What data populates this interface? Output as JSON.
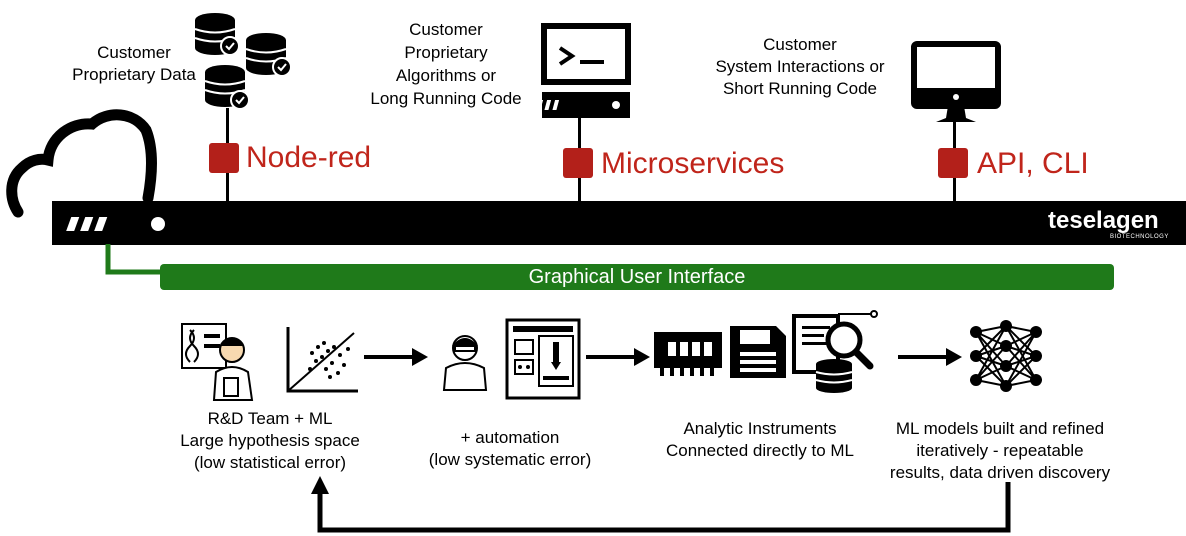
{
  "top_sources": {
    "data": {
      "lines": [
        "Customer",
        "Proprietary Data"
      ],
      "connector_label": "Node-red",
      "icon": "database-stack-icon"
    },
    "algorithms": {
      "lines": [
        "Customer",
        "Proprietary",
        "Algorithms or",
        "Long Running Code"
      ],
      "connector_label": "Microservices",
      "icon": "terminal-server-icon"
    },
    "interactions": {
      "lines": [
        "Customer",
        "System Interactions or",
        "Short Running Code"
      ],
      "connector_label": "API, CLI",
      "icon": "desktop-monitor-icon"
    }
  },
  "platform_bar": {
    "logo_text": "teselagen",
    "logo_sub": "BIOTECHNOLOGY",
    "icon": "server-rack-icon"
  },
  "gui_bar": {
    "label": "Graphical User Interface"
  },
  "workflow": [
    {
      "lines": [
        "R&D Team + ML",
        "Large hypothesis space",
        "(low statistical error)"
      ],
      "icons": [
        "scientist-icon",
        "scatter-plot-icon"
      ]
    },
    {
      "lines": [
        "+ automation",
        "(low systematic error)"
      ],
      "icons": [
        "lab-technician-icon",
        "automation-machine-icon"
      ]
    },
    {
      "lines": [
        "Analytic Instruments",
        "Connected directly to ML"
      ],
      "icons": [
        "instrument-board-icon",
        "floppy-disk-icon",
        "data-analysis-icon"
      ]
    },
    {
      "lines": [
        "ML models built and refined",
        "iteratively - repeatable",
        "results, data driven discovery"
      ],
      "icons": [
        "neural-network-icon"
      ]
    }
  ],
  "colors": {
    "bar": "#000000",
    "gui": "#1f7a1a",
    "accent_red": "#c0251b",
    "arrow": "#000000"
  }
}
